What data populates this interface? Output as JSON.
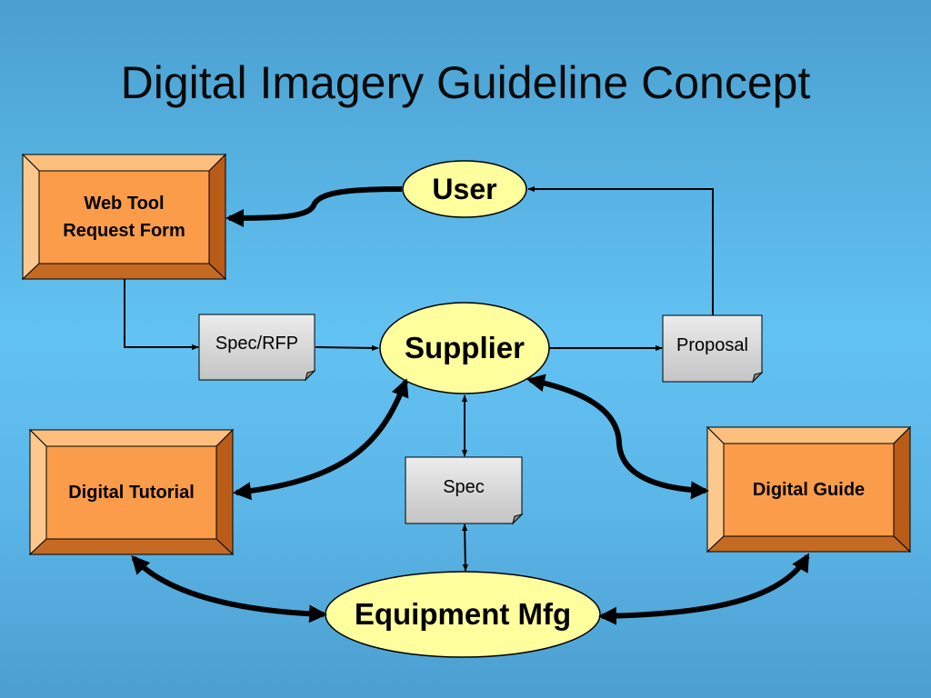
{
  "slide": {
    "title": "Digital Imagery Guideline Concept"
  },
  "nodes": {
    "web_tool": {
      "label_line1": "Web Tool",
      "label_line2": "Request Form"
    },
    "digital_tutorial": {
      "label": "Digital Tutorial"
    },
    "digital_guide": {
      "label": "Digital Guide"
    },
    "user": {
      "label": "User"
    },
    "supplier": {
      "label": "Supplier"
    },
    "equipment_mfg": {
      "label": "Equipment Mfg"
    },
    "spec_rfp": {
      "label": "Spec/RFP"
    },
    "proposal": {
      "label": "Proposal"
    },
    "spec": {
      "label": "Spec"
    }
  },
  "colors": {
    "box_face": "#fb9c4a",
    "box_bevel_light": "#fdbf7e",
    "box_bevel_dark": "#b85c17",
    "ellipse_fill": "#ffff9e",
    "doc_fill": "#d8d8d8",
    "line": "#000000"
  }
}
